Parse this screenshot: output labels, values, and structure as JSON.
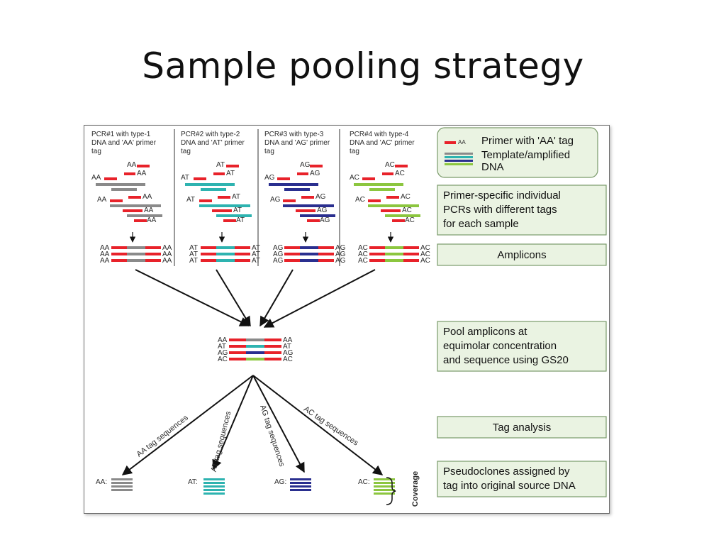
{
  "slide": {
    "title": "Sample pooling strategy"
  },
  "colors": {
    "primer": "#e8222a",
    "AA": "#8a8a8a",
    "AT": "#2eb3b0",
    "AG": "#2a2f8f",
    "AC": "#8cc63f",
    "box_fill": "#eaf3e2",
    "box_border": "#7a9a6a",
    "arrow": "#111111"
  },
  "pcr_panels": [
    {
      "header": [
        "PCR#1 with type-1",
        "DNA and 'AA' primer",
        "tag"
      ],
      "tag": "AA"
    },
    {
      "header": [
        "PCR#2 with type-2",
        "DNA and 'AT' primer",
        "tag"
      ],
      "tag": "AT"
    },
    {
      "header": [
        "PCR#3 with type-3",
        "DNA and 'AG' primer",
        "tag"
      ],
      "tag": "AG"
    },
    {
      "header": [
        "PCR#4 with type-4",
        "DNA and 'AC' primer",
        "tag"
      ],
      "tag": "AC"
    }
  ],
  "legend": {
    "primer_tag": "AA",
    "primer_label": "Primer with 'AA' tag",
    "template_label": [
      "Template/amplified",
      "DNA"
    ]
  },
  "step_boxes": [
    {
      "id": "pcr-step",
      "lines": [
        "Primer-specific individual",
        "PCRs with different tags",
        "for each sample"
      ]
    },
    {
      "id": "amplicons",
      "lines": [
        "Amplicons"
      ]
    },
    {
      "id": "pool",
      "lines": [
        "Pool amplicons at",
        "equimolar concentration",
        "and sequence using GS20"
      ]
    },
    {
      "id": "tag-analysis",
      "lines": [
        "Tag analysis"
      ]
    },
    {
      "id": "pseudoclones",
      "lines": [
        "Pseudoclones assigned by",
        "tag into original source DNA"
      ]
    }
  ],
  "pool_tags": [
    "AA",
    "AT",
    "AG",
    "AC"
  ],
  "tag_sequences": [
    {
      "tag": "AA",
      "label": "AA tag sequences",
      "out_label": "AA:"
    },
    {
      "tag": "AT",
      "label": "AT tag sequences",
      "out_label": "AT:"
    },
    {
      "tag": "AG",
      "label": "AG tag sequences",
      "out_label": "AG:"
    },
    {
      "tag": "AC",
      "label": "AC tag sequences",
      "out_label": "AC:"
    }
  ],
  "coverage_label": "Coverage"
}
